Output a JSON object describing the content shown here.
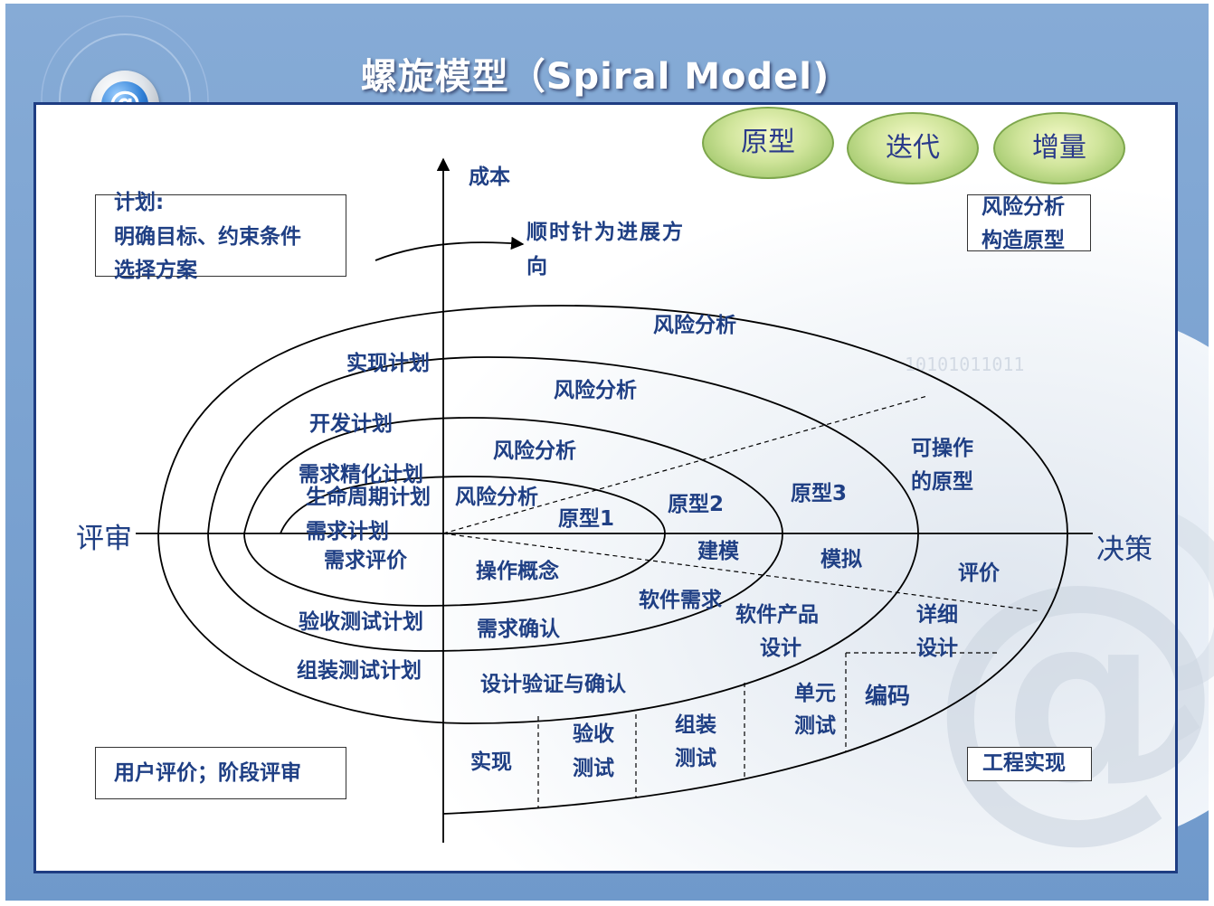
{
  "title": "螺旋模型（Spiral Model)",
  "logo_symbol": "@",
  "pills": [
    "原型",
    "迭代",
    "增量"
  ],
  "boxes": {
    "plan_lines": [
      "计划:",
      "明确目标、约束条件",
      "选择方案"
    ],
    "risk_lines": [
      "风险分析",
      "构造原型"
    ],
    "review": "用户评价；阶段评审",
    "engineering": "工程实现"
  },
  "axis": {
    "cost": "成本",
    "left": "评审",
    "right": "决策",
    "direction_lines": [
      "顺时针为进展方",
      "向"
    ]
  },
  "labels": {
    "risk_analysis": "风险分析",
    "impl_plan": "实现计划",
    "dev_plan": "开发计划",
    "req_refine_plan": "需求精化计划",
    "lifecycle_plan": "生命周期计划",
    "req_plan": "需求计划",
    "req_review": "需求评价",
    "accept_test_plan": "验收测试计划",
    "integration_test_plan": "组装测试计划",
    "proto1": "原型1",
    "proto2": "原型2",
    "proto3": "原型3",
    "operable_proto_lines": [
      "可操作",
      "的原型"
    ],
    "op_concept": "操作概念",
    "req_confirm": "需求确认",
    "design_verify": "设计验证与确认",
    "modeling": "建模",
    "simulation": "模拟",
    "evaluation": "评价",
    "software_req": "软件需求",
    "product_design_lines": [
      "软件产品",
      "设计"
    ],
    "detail_design_lines": [
      "详细",
      "设计"
    ],
    "unit_test_lines": [
      "单元",
      "测试"
    ],
    "coding": "编码",
    "implement": "实现",
    "accept_test_lines": [
      "验收",
      "测试"
    ],
    "integration_test_lines": [
      "组装",
      "测试"
    ]
  },
  "colors": {
    "header_blue": "#7ba3d2",
    "frame_blue": "#1e3d82",
    "text_blue": "#1f3f84",
    "pill_green": "#cfe49a"
  }
}
